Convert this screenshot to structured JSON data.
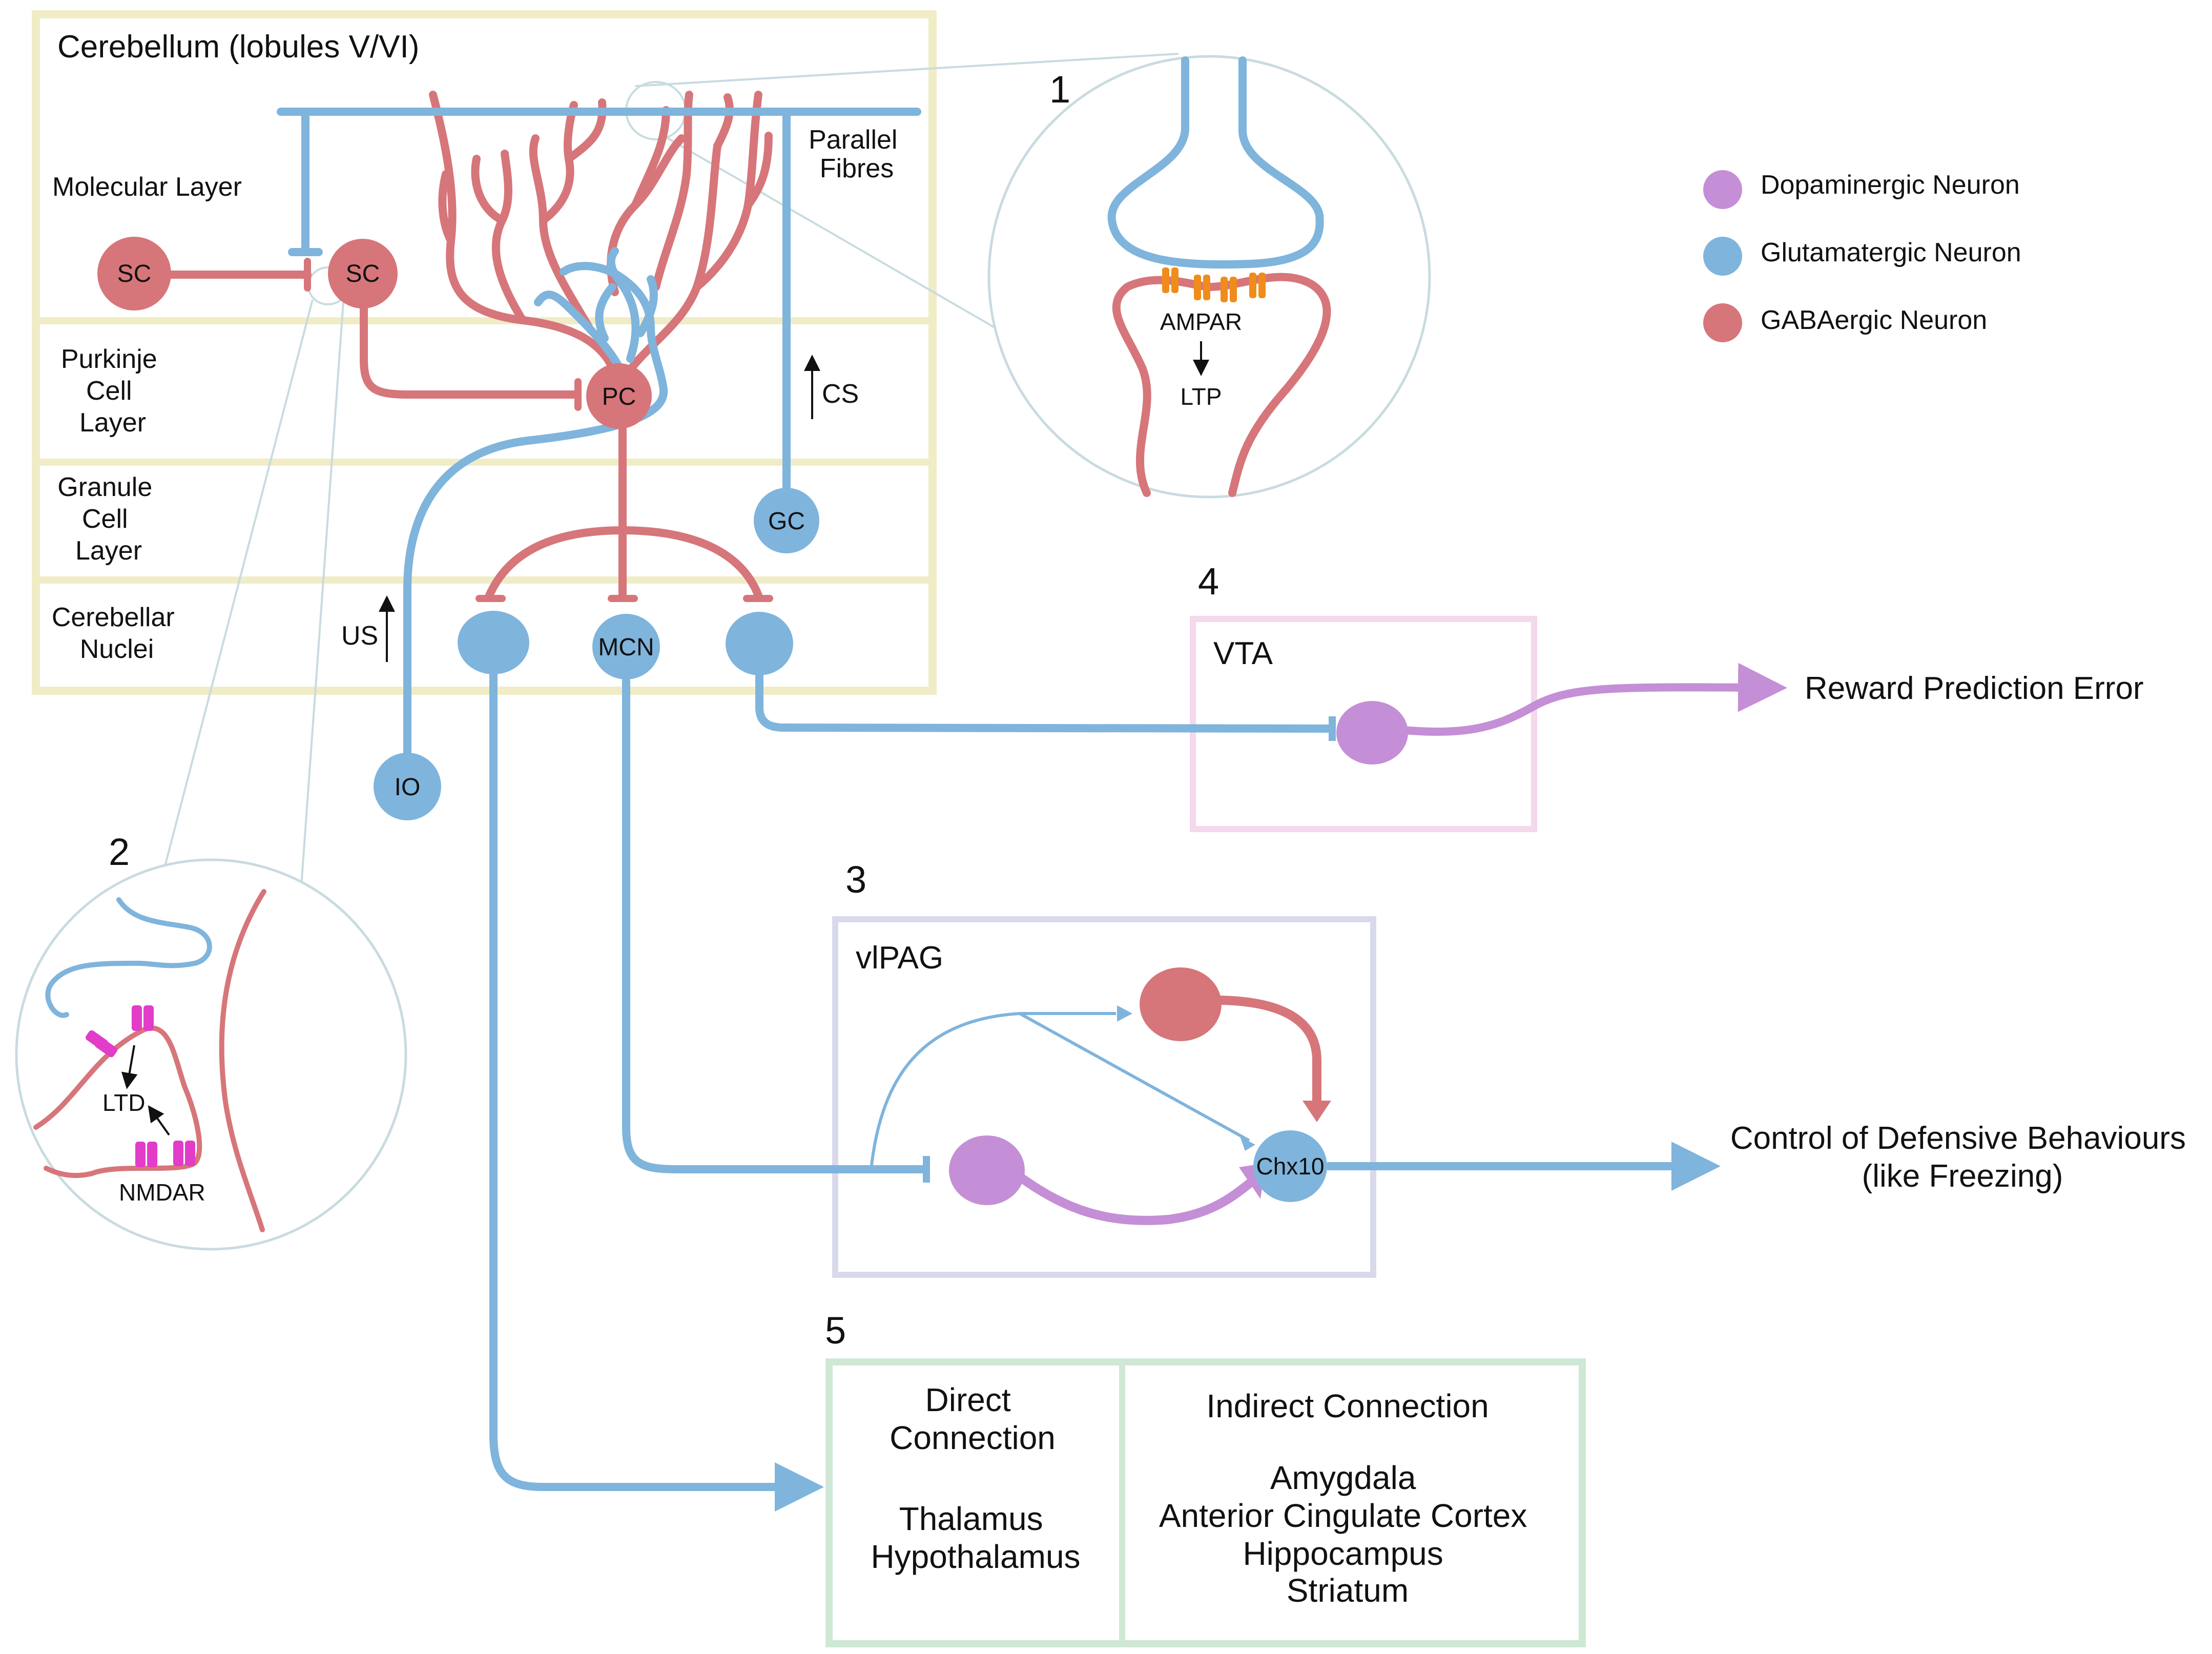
{
  "cerebellum": {
    "title": "Cerebellum (lobules V/VI)",
    "layers": {
      "molecular": "Molecular Layer",
      "purkinje": [
        "Purkinje",
        "Cell",
        "Layer"
      ],
      "granule": [
        "Granule",
        "Cell",
        "Layer"
      ],
      "nuclei": [
        "Cerebellar",
        "Nuclei"
      ]
    },
    "parallel_fibres": [
      "Parallel",
      "Fibres"
    ],
    "cs": "CS",
    "us": "US",
    "nodes": {
      "sc": "SC",
      "pc": "PC",
      "gc": "GC",
      "mcn": "MCN",
      "io": "IO"
    }
  },
  "inset1": {
    "number": "1",
    "ampar": "AMPAR",
    "ltp": "LTP"
  },
  "inset2": {
    "number": "2",
    "ltd": "LTD",
    "nmdar": "NMDAR"
  },
  "legend": [
    {
      "label": "Dopaminergic Neuron",
      "color": "#c48fd6"
    },
    {
      "label": "Glutamatergic Neuron",
      "color": "#7fb4dc"
    },
    {
      "label": "GABAergic Neuron",
      "color": "#d6767a"
    }
  ],
  "vta": {
    "number": "4",
    "label": "VTA",
    "output": "Reward Prediction Error"
  },
  "vlpag": {
    "number": "3",
    "label": "vlPAG",
    "chx10": "Chx10",
    "output": [
      "Control of Defensive Behaviours",
      "(like Freezing)"
    ]
  },
  "targets": {
    "number": "5",
    "direct": {
      "title": [
        "Direct",
        "Connection"
      ],
      "items": [
        "Thalamus",
        "Hypothalamus"
      ]
    },
    "indirect": {
      "title": "Indirect Connection",
      "items": [
        "Amygdala",
        "Anterior Cingulate Cortex",
        "Hippocampus",
        "Striatum"
      ]
    }
  },
  "colors": {
    "blue": "#7fb4dc",
    "red": "#d6767a",
    "purple": "#c48fd6",
    "cerebellum_box": "#f0ecc6",
    "vta_box": "#f4d8ec",
    "vlpag_box": "#d9d9ec",
    "targets_box": "#cfe8d6",
    "receptor_orange": "#f08c1c",
    "receptor_magenta": "#e23cc9"
  }
}
